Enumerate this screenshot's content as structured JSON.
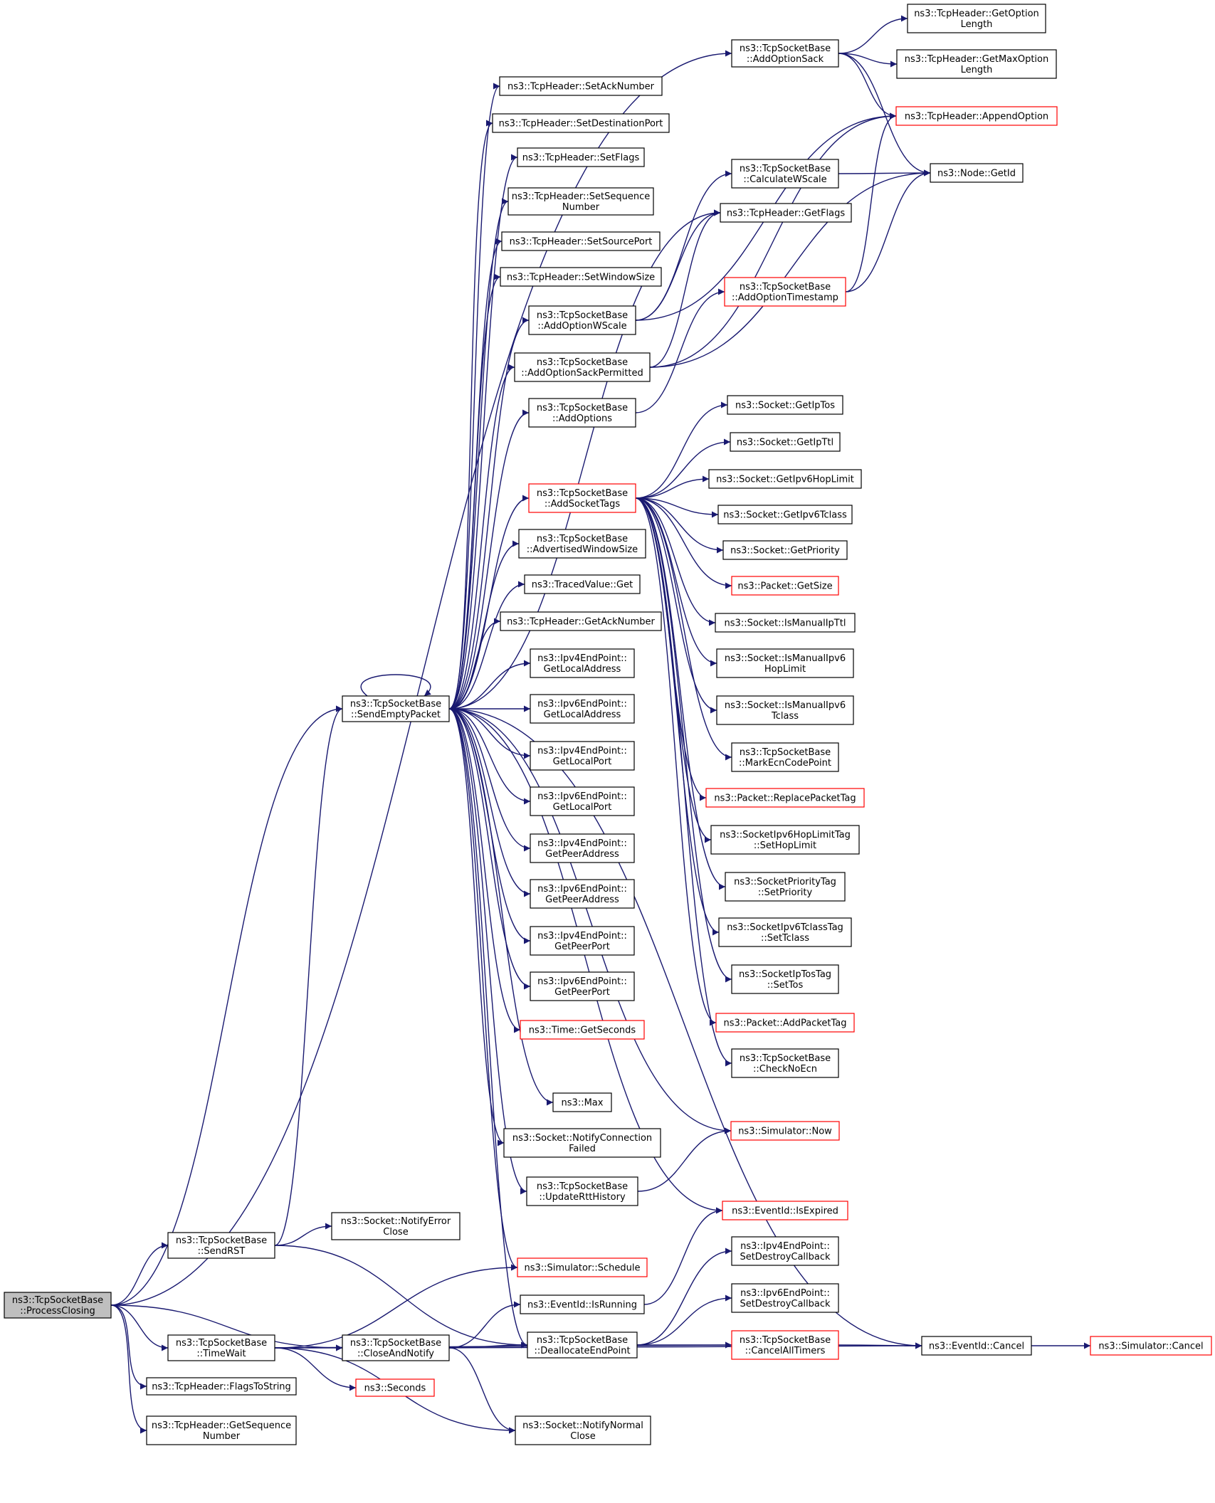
{
  "graph_type": "call-graph",
  "colors": {
    "edge": "#191970",
    "node_border": "#000000",
    "truncated_border": "#ff0000",
    "root_fill": "#bfbfbf"
  },
  "nodes": {
    "ProcessClosing": [
      "ns3::TcpSocketBase",
      "::ProcessClosing"
    ],
    "SendRST": [
      "ns3::TcpSocketBase",
      "::SendRST"
    ],
    "TimeWait": [
      "ns3::TcpSocketBase",
      "::TimeWait"
    ],
    "FlagsToString": [
      "ns3::TcpHeader::FlagsToString"
    ],
    "GetSequenceNumber": [
      "ns3::TcpHeader::GetSequence",
      "Number"
    ],
    "SendEmptyPacket": [
      "ns3::TcpSocketBase",
      "::SendEmptyPacket"
    ],
    "NotifyErrorClose": [
      "ns3::Socket::NotifyError",
      "Close"
    ],
    "CloseAndNotify": [
      "ns3::TcpSocketBase",
      "::CloseAndNotify"
    ],
    "Seconds": [
      "ns3::Seconds"
    ],
    "NotifyNormalClose": [
      "ns3::Socket::NotifyNormal",
      "Close"
    ],
    "SetAckNumber": [
      "ns3::TcpHeader::SetAckNumber"
    ],
    "SetDestinationPort": [
      "ns3::TcpHeader::SetDestinationPort"
    ],
    "SetFlags": [
      "ns3::TcpHeader::SetFlags"
    ],
    "SetSequenceNumber": [
      "ns3::TcpHeader::SetSequence",
      "Number"
    ],
    "SetSourcePort": [
      "ns3::TcpHeader::SetSourcePort"
    ],
    "SetWindowSize": [
      "ns3::TcpHeader::SetWindowSize"
    ],
    "AddOptionWScale": [
      "ns3::TcpSocketBase",
      "::AddOptionWScale"
    ],
    "AddOptionSackPermitted": [
      "ns3::TcpSocketBase",
      "::AddOptionSackPermitted"
    ],
    "AddOptions": [
      "ns3::TcpSocketBase",
      "::AddOptions"
    ],
    "AddSocketTags": [
      "ns3::TcpSocketBase",
      "::AddSocketTags"
    ],
    "AdvertisedWindowSize": [
      "ns3::TcpSocketBase",
      "::AdvertisedWindowSize"
    ],
    "TracedValueGet": [
      "ns3::TracedValue::Get"
    ],
    "GetAckNumber": [
      "ns3::TcpHeader::GetAckNumber"
    ],
    "Ipv4GetLocalAddress": [
      "ns3::Ipv4EndPoint::",
      "GetLocalAddress"
    ],
    "Ipv6GetLocalAddress": [
      "ns3::Ipv6EndPoint::",
      "GetLocalAddress"
    ],
    "Ipv4GetLocalPort": [
      "ns3::Ipv4EndPoint::",
      "GetLocalPort"
    ],
    "Ipv6GetLocalPort": [
      "ns3::Ipv6EndPoint::",
      "GetLocalPort"
    ],
    "Ipv4GetPeerAddress": [
      "ns3::Ipv4EndPoint::",
      "GetPeerAddress"
    ],
    "Ipv6GetPeerAddress": [
      "ns3::Ipv6EndPoint::",
      "GetPeerAddress"
    ],
    "Ipv4GetPeerPort": [
      "ns3::Ipv4EndPoint::",
      "GetPeerPort"
    ],
    "Ipv6GetPeerPort": [
      "ns3::Ipv6EndPoint::",
      "GetPeerPort"
    ],
    "TimeGetSeconds": [
      "ns3::Time::GetSeconds"
    ],
    "Max": [
      "ns3::Max"
    ],
    "NotifyConnectionFailed": [
      "ns3::Socket::NotifyConnection",
      "Failed"
    ],
    "UpdateRttHistory": [
      "ns3::TcpSocketBase",
      "::UpdateRttHistory"
    ],
    "SimulatorSchedule": [
      "ns3::Simulator::Schedule"
    ],
    "EventIdIsRunning": [
      "ns3::EventId::IsRunning"
    ],
    "DeallocateEndPoint": [
      "ns3::TcpSocketBase",
      "::DeallocateEndPoint"
    ],
    "AddOptionSack": [
      "ns3::TcpSocketBase",
      "::AddOptionSack"
    ],
    "CalculateWScale": [
      "ns3::TcpSocketBase",
      "::CalculateWScale"
    ],
    "GetFlags": [
      "ns3::TcpHeader::GetFlags"
    ],
    "AddOptionTimestamp": [
      "ns3::TcpSocketBase",
      "::AddOptionTimestamp"
    ],
    "GetIpTos": [
      "ns3::Socket::GetIpTos"
    ],
    "GetIpTtl": [
      "ns3::Socket::GetIpTtl"
    ],
    "GetIpv6HopLimit": [
      "ns3::Socket::GetIpv6HopLimit"
    ],
    "GetIpv6Tclass": [
      "ns3::Socket::GetIpv6Tclass"
    ],
    "GetPriority": [
      "ns3::Socket::GetPriority"
    ],
    "PacketGetSize": [
      "ns3::Packet::GetSize"
    ],
    "IsManualIpTtl": [
      "ns3::Socket::IsManualIpTtl"
    ],
    "IsManualIpv6HopLimit": [
      "ns3::Socket::IsManualIpv6",
      "HopLimit"
    ],
    "IsManualIpv6Tclass": [
      "ns3::Socket::IsManualIpv6",
      "Tclass"
    ],
    "MarkEcnCodePoint": [
      "ns3::TcpSocketBase",
      "::MarkEcnCodePoint"
    ],
    "ReplacePacketTag": [
      "ns3::Packet::ReplacePacketTag"
    ],
    "SetHopLimit": [
      "ns3::SocketIpv6HopLimitTag",
      "::SetHopLimit"
    ],
    "SetPriority": [
      "ns3::SocketPriorityTag",
      "::SetPriority"
    ],
    "SetTclass": [
      "ns3::SocketIpv6TclassTag",
      "::SetTclass"
    ],
    "SetTos": [
      "ns3::SocketIpTosTag",
      "::SetTos"
    ],
    "AddPacketTag": [
      "ns3::Packet::AddPacketTag"
    ],
    "CheckNoEcn": [
      "ns3::TcpSocketBase",
      "::CheckNoEcn"
    ],
    "SimulatorNow": [
      "ns3::Simulator::Now"
    ],
    "EventIdIsExpired": [
      "ns3::EventId::IsExpired"
    ],
    "Ipv4SetDestroyCallback": [
      "ns3::Ipv4EndPoint::",
      "SetDestroyCallback"
    ],
    "Ipv6SetDestroyCallback": [
      "ns3::Ipv6EndPoint::",
      "SetDestroyCallback"
    ],
    "CancelAllTimers": [
      "ns3::TcpSocketBase",
      "::CancelAllTimers"
    ],
    "GetOptionLength": [
      "ns3::TcpHeader::GetOption",
      "Length"
    ],
    "GetMaxOptionLength": [
      "ns3::TcpHeader::GetMaxOption",
      "Length"
    ],
    "AppendOption": [
      "ns3::TcpHeader::AppendOption"
    ],
    "NodeGetId": [
      "ns3::Node::GetId"
    ],
    "EventIdCancel": [
      "ns3::EventId::Cancel"
    ],
    "SimulatorCancel": [
      "ns3::Simulator::Cancel"
    ]
  },
  "truncated_nodes": [
    "AddSocketTags",
    "TimeGetSeconds",
    "SimulatorSchedule",
    "AddOptionTimestamp",
    "PacketGetSize",
    "ReplacePacketTag",
    "AddPacketTag",
    "SimulatorNow",
    "EventIdIsExpired",
    "CancelAllTimers",
    "AppendOption",
    "Seconds",
    "SimulatorCancel"
  ],
  "root_node": "ProcessClosing",
  "edges": [
    [
      "ProcessClosing",
      "SendRST"
    ],
    [
      "ProcessClosing",
      "TimeWait"
    ],
    [
      "ProcessClosing",
      "FlagsToString"
    ],
    [
      "ProcessClosing",
      "GetSequenceNumber"
    ],
    [
      "ProcessClosing",
      "SendEmptyPacket"
    ],
    [
      "ProcessClosing",
      "CloseAndNotify"
    ],
    [
      "ProcessClosing",
      "AddOptionSack"
    ],
    [
      "SendRST",
      "SendEmptyPacket"
    ],
    [
      "SendRST",
      "NotifyErrorClose"
    ],
    [
      "SendRST",
      "DeallocateEndPoint"
    ],
    [
      "TimeWait",
      "CloseAndNotify"
    ],
    [
      "TimeWait",
      "Seconds"
    ],
    [
      "TimeWait",
      "NotifyNormalClose"
    ],
    [
      "TimeWait",
      "SimulatorSchedule"
    ],
    [
      "TimeWait",
      "CancelAllTimers"
    ],
    [
      "CloseAndNotify",
      "NotifyNormalClose"
    ],
    [
      "CloseAndNotify",
      "DeallocateEndPoint"
    ],
    [
      "CloseAndNotify",
      "EventIdIsRunning"
    ],
    [
      "CloseAndNotify",
      "EventIdCancel"
    ],
    [
      "SendEmptyPacket",
      "SendEmptyPacket"
    ],
    [
      "SendEmptyPacket",
      "SetAckNumber"
    ],
    [
      "SendEmptyPacket",
      "SetDestinationPort"
    ],
    [
      "SendEmptyPacket",
      "SetFlags"
    ],
    [
      "SendEmptyPacket",
      "SetSequenceNumber"
    ],
    [
      "SendEmptyPacket",
      "SetSourcePort"
    ],
    [
      "SendEmptyPacket",
      "SetWindowSize"
    ],
    [
      "SendEmptyPacket",
      "AddOptionWScale"
    ],
    [
      "SendEmptyPacket",
      "AddOptionSackPermitted"
    ],
    [
      "SendEmptyPacket",
      "AddOptions"
    ],
    [
      "SendEmptyPacket",
      "AddSocketTags"
    ],
    [
      "SendEmptyPacket",
      "AdvertisedWindowSize"
    ],
    [
      "SendEmptyPacket",
      "TracedValueGet"
    ],
    [
      "SendEmptyPacket",
      "GetAckNumber"
    ],
    [
      "SendEmptyPacket",
      "Ipv4GetLocalAddress"
    ],
    [
      "SendEmptyPacket",
      "Ipv6GetLocalAddress"
    ],
    [
      "SendEmptyPacket",
      "Ipv4GetLocalPort"
    ],
    [
      "SendEmptyPacket",
      "Ipv6GetLocalPort"
    ],
    [
      "SendEmptyPacket",
      "Ipv4GetPeerAddress"
    ],
    [
      "SendEmptyPacket",
      "Ipv6GetPeerAddress"
    ],
    [
      "SendEmptyPacket",
      "Ipv4GetPeerPort"
    ],
    [
      "SendEmptyPacket",
      "Ipv6GetPeerPort"
    ],
    [
      "SendEmptyPacket",
      "TimeGetSeconds"
    ],
    [
      "SendEmptyPacket",
      "Max"
    ],
    [
      "SendEmptyPacket",
      "NotifyConnectionFailed"
    ],
    [
      "SendEmptyPacket",
      "UpdateRttHistory"
    ],
    [
      "SendEmptyPacket",
      "SimulatorSchedule"
    ],
    [
      "SendEmptyPacket",
      "DeallocateEndPoint"
    ],
    [
      "SendEmptyPacket",
      "GetFlags"
    ],
    [
      "SendEmptyPacket",
      "SimulatorNow"
    ],
    [
      "SendEmptyPacket",
      "EventIdIsExpired"
    ],
    [
      "SendEmptyPacket",
      "EventIdCancel"
    ],
    [
      "AddOptionWScale",
      "CalculateWScale"
    ],
    [
      "AddOptionWScale",
      "AppendOption"
    ],
    [
      "AddOptionWScale",
      "GetFlags"
    ],
    [
      "AddOptionSackPermitted",
      "AppendOption"
    ],
    [
      "AddOptionSackPermitted",
      "GetFlags"
    ],
    [
      "AddOptionSackPermitted",
      "NodeGetId"
    ],
    [
      "AddOptions",
      "AddOptionTimestamp"
    ],
    [
      "AddOptionSack",
      "GetOptionLength"
    ],
    [
      "AddOptionSack",
      "GetMaxOptionLength"
    ],
    [
      "AddOptionSack",
      "AppendOption"
    ],
    [
      "AddOptionSack",
      "NodeGetId"
    ],
    [
      "CalculateWScale",
      "NodeGetId"
    ],
    [
      "AddOptionTimestamp",
      "AppendOption"
    ],
    [
      "AddOptionTimestamp",
      "NodeGetId"
    ],
    [
      "AddSocketTags",
      "GetIpTos"
    ],
    [
      "AddSocketTags",
      "GetIpTtl"
    ],
    [
      "AddSocketTags",
      "GetIpv6HopLimit"
    ],
    [
      "AddSocketTags",
      "GetIpv6Tclass"
    ],
    [
      "AddSocketTags",
      "GetPriority"
    ],
    [
      "AddSocketTags",
      "PacketGetSize"
    ],
    [
      "AddSocketTags",
      "IsManualIpTtl"
    ],
    [
      "AddSocketTags",
      "IsManualIpv6HopLimit"
    ],
    [
      "AddSocketTags",
      "IsManualIpv6Tclass"
    ],
    [
      "AddSocketTags",
      "MarkEcnCodePoint"
    ],
    [
      "AddSocketTags",
      "ReplacePacketTag"
    ],
    [
      "AddSocketTags",
      "SetHopLimit"
    ],
    [
      "AddSocketTags",
      "SetPriority"
    ],
    [
      "AddSocketTags",
      "SetTclass"
    ],
    [
      "AddSocketTags",
      "SetTos"
    ],
    [
      "AddSocketTags",
      "AddPacketTag"
    ],
    [
      "AddSocketTags",
      "CheckNoEcn"
    ],
    [
      "UpdateRttHistory",
      "SimulatorNow"
    ],
    [
      "EventIdIsRunning",
      "EventIdIsExpired"
    ],
    [
      "DeallocateEndPoint",
      "Ipv4SetDestroyCallback"
    ],
    [
      "DeallocateEndPoint",
      "Ipv6SetDestroyCallback"
    ],
    [
      "DeallocateEndPoint",
      "CancelAllTimers"
    ],
    [
      "CancelAllTimers",
      "EventIdCancel"
    ],
    [
      "EventIdCancel",
      "SimulatorCancel"
    ]
  ]
}
